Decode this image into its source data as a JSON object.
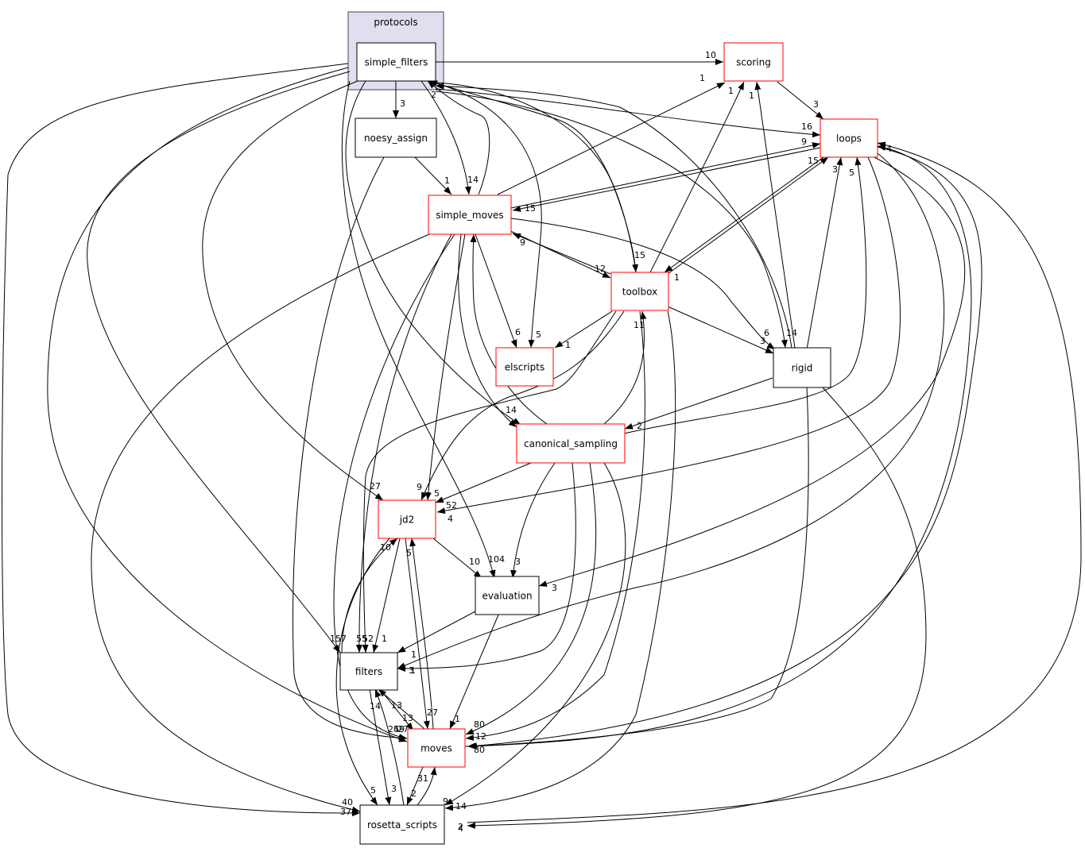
{
  "graph": {
    "cluster": {
      "id": "protocols",
      "label": "protocols"
    },
    "nodes": [
      {
        "id": "simple_filters",
        "label": "simple_filters",
        "kind": "focus",
        "border": "#000000",
        "fill": "#eeeeff"
      },
      {
        "id": "scoring",
        "label": "scoring",
        "kind": "truncated",
        "border": "#ff0000"
      },
      {
        "id": "loops",
        "label": "loops",
        "kind": "truncated",
        "border": "#ff0000"
      },
      {
        "id": "noesy_assign",
        "label": "noesy_assign",
        "kind": "plain",
        "border": "#000000"
      },
      {
        "id": "simple_moves",
        "label": "simple_moves",
        "kind": "truncated",
        "border": "#ff0000"
      },
      {
        "id": "toolbox",
        "label": "toolbox",
        "kind": "truncated",
        "border": "#ff0000"
      },
      {
        "id": "elscripts",
        "label": "elscripts",
        "kind": "truncated",
        "border": "#ff0000"
      },
      {
        "id": "rigid",
        "label": "rigid",
        "kind": "plain",
        "border": "#000000"
      },
      {
        "id": "canonical_sampling",
        "label": "canonical_sampling",
        "kind": "truncated",
        "border": "#ff0000"
      },
      {
        "id": "jd2",
        "label": "jd2",
        "kind": "truncated",
        "border": "#ff0000"
      },
      {
        "id": "evaluation",
        "label": "evaluation",
        "kind": "plain",
        "border": "#000000"
      },
      {
        "id": "filters",
        "label": "filters",
        "kind": "plain",
        "border": "#000000"
      },
      {
        "id": "moves",
        "label": "moves",
        "kind": "truncated",
        "border": "#ff0000"
      },
      {
        "id": "rosetta_scripts",
        "label": "rosetta_scripts",
        "kind": "plain",
        "border": "#000000"
      }
    ],
    "edge_labels": [
      "10",
      "1",
      "1",
      "1",
      "3",
      "16",
      "9",
      "15",
      "4",
      "3",
      "5",
      "3",
      "2",
      "1",
      "14",
      "15",
      "9",
      "12",
      "15",
      "1",
      "11",
      "6",
      "5",
      "1",
      "6",
      "3",
      "14",
      "14",
      "2",
      "27",
      "9",
      "5",
      "52",
      "4",
      "10",
      "5",
      "10",
      "104",
      "3",
      "3",
      "157",
      "55",
      "52",
      "1",
      "1",
      "3",
      "1",
      "14",
      "13",
      "13",
      "27",
      "1",
      "80",
      "12",
      "80",
      "59",
      "27",
      "24",
      "31",
      "2",
      "40",
      "37",
      "5",
      "3",
      "9",
      "14",
      "2",
      "4"
    ]
  }
}
